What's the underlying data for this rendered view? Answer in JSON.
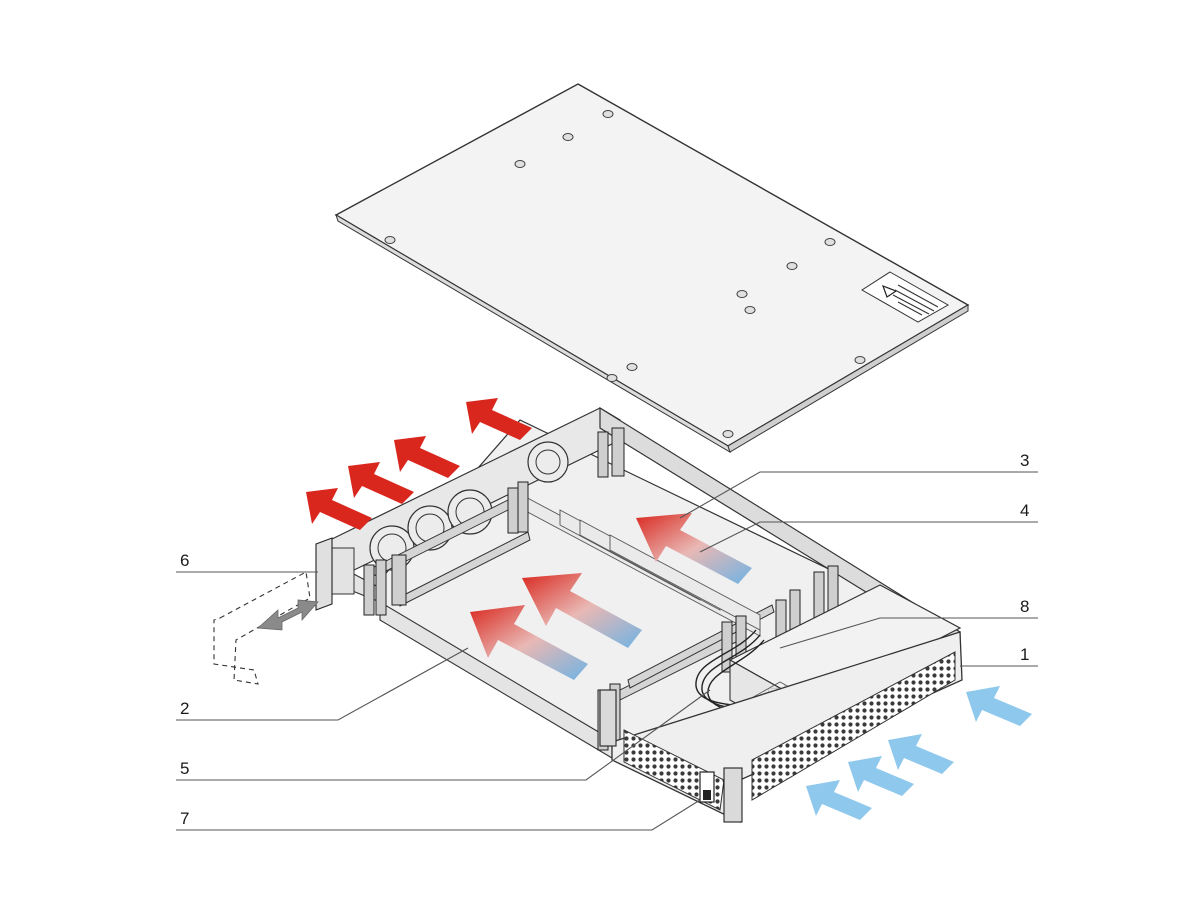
{
  "callouts": {
    "c1": "1",
    "c2": "2",
    "c3": "3",
    "c4": "4",
    "c5": "5",
    "c6": "6",
    "c7": "7",
    "c8": "8"
  },
  "colors": {
    "exhaust_arrow": "#d9271e",
    "intake_arrow": "#8ec8ec",
    "internal_flow_start": "#d9271e",
    "internal_flow_end": "#6fb3e3",
    "drawing_line": "#333333",
    "removable_module_arrow": "#8a8a8a"
  },
  "icons": {
    "warning_label": "warning-triangle-icon",
    "exhaust": "red-arrow-icon",
    "intake": "blue-arrow-icon",
    "slide": "double-arrow-icon"
  }
}
